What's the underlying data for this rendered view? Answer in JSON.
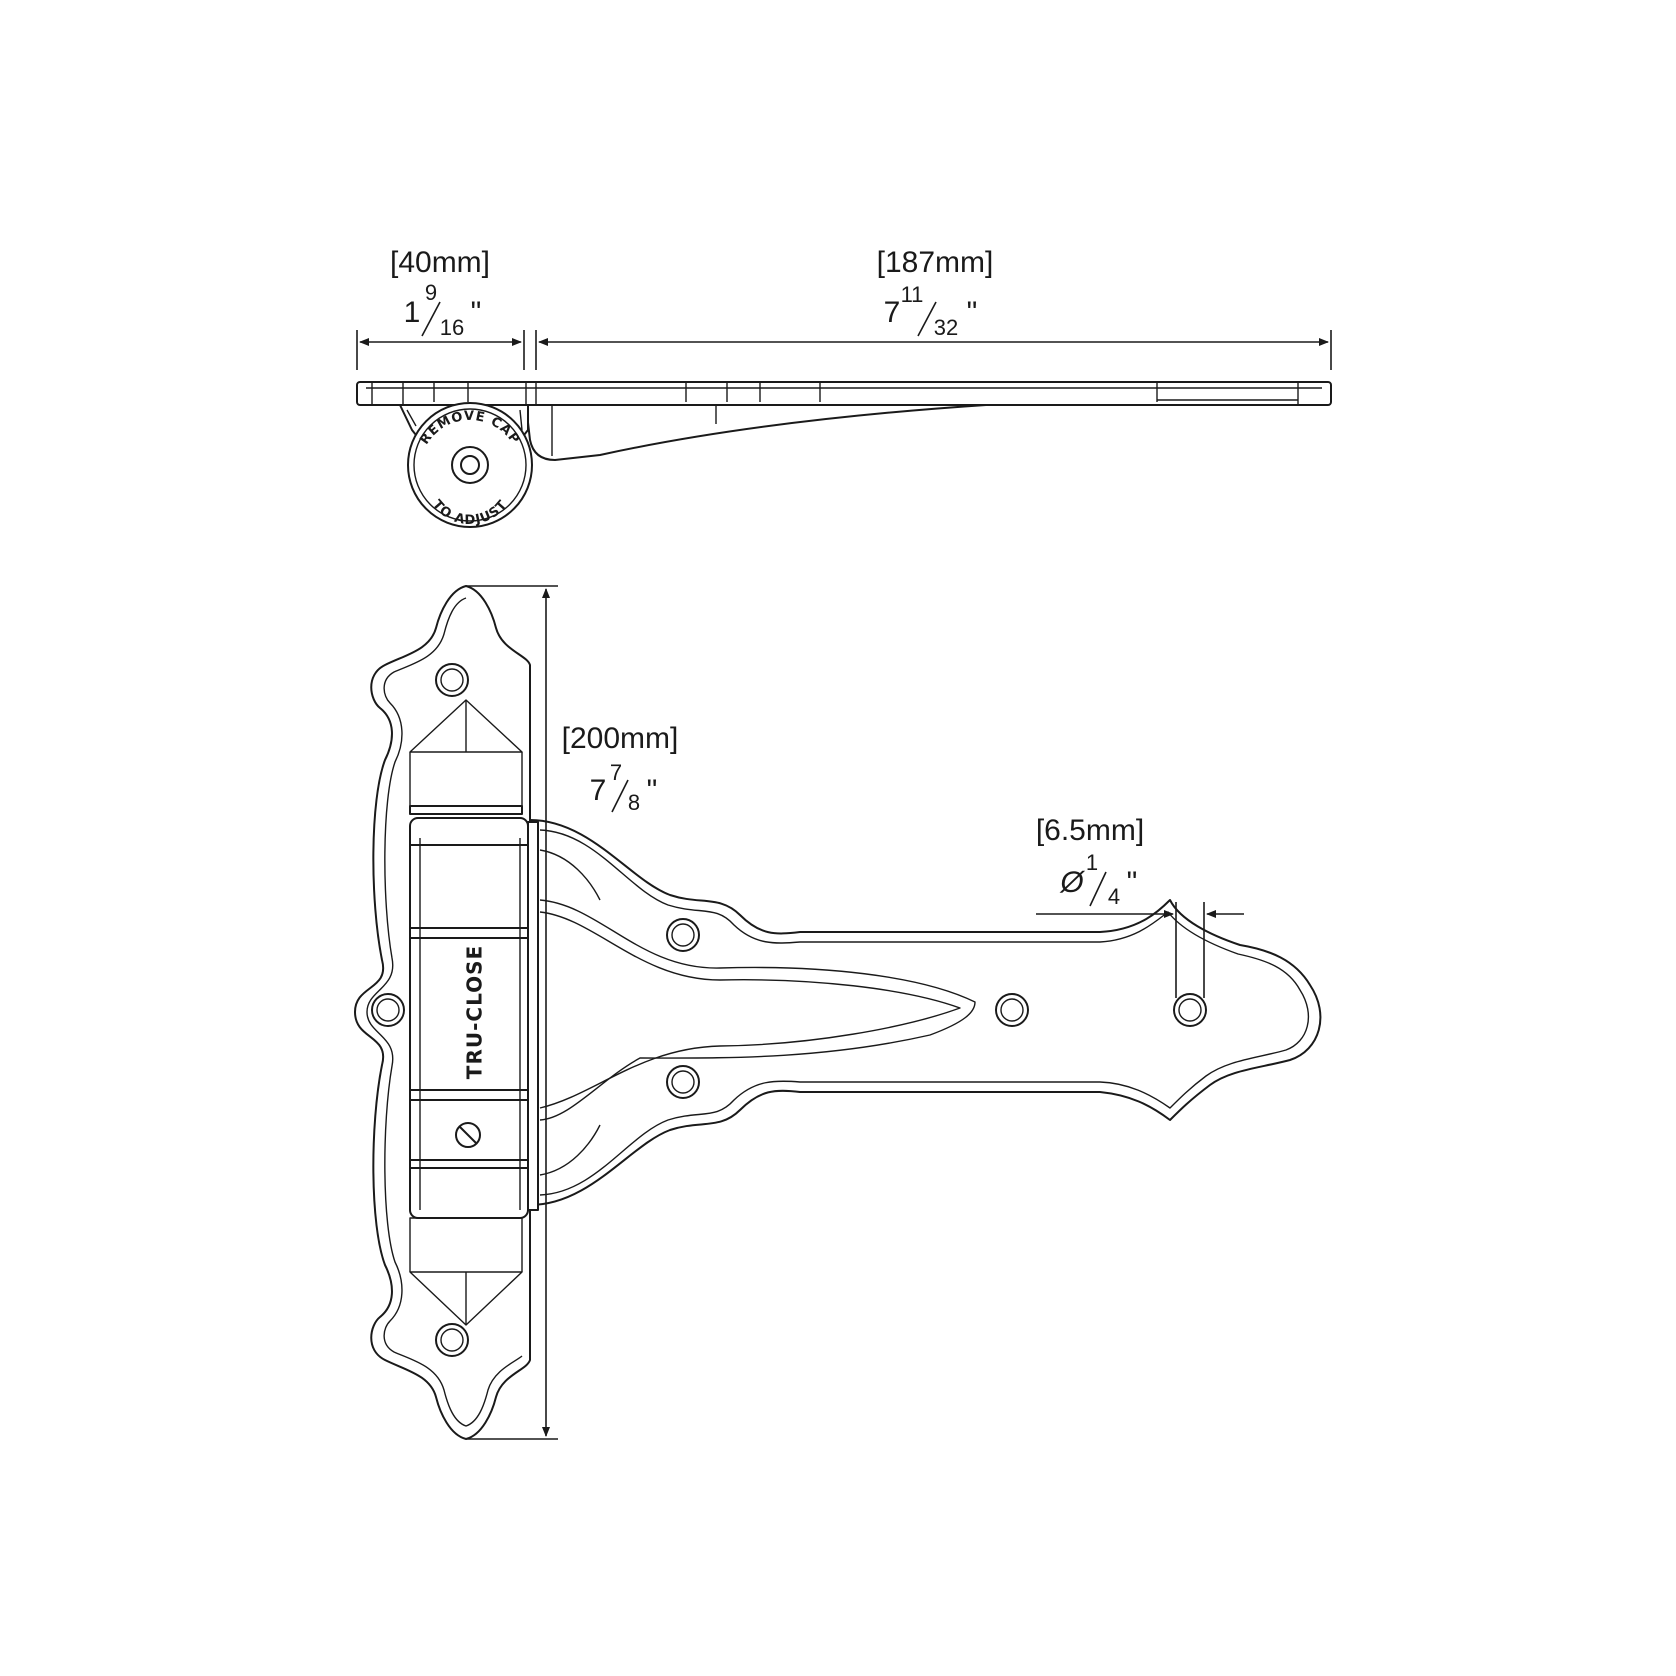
{
  "dimensions": {
    "leaf_width": {
      "metric": "[40mm]",
      "whole": "1",
      "num": "9",
      "den": "16",
      "unit": "\""
    },
    "strap_length": {
      "metric": "[187mm]",
      "whole": "7",
      "num": "11",
      "den": "32",
      "unit": "\""
    },
    "height": {
      "metric": "[200mm]",
      "whole": "7",
      "num": "7",
      "den": "8",
      "unit": "\""
    },
    "hole_diameter": {
      "metric": "[6.5mm]",
      "symbol": "Ø",
      "num": "1",
      "den": "4",
      "unit": "\""
    }
  },
  "labels": {
    "cap_upper": "REMOVE CAP",
    "cap_lower": "TO ADJUST",
    "brand": "TRU-CLOSE"
  },
  "colors": {
    "ink": "#1a1a1a",
    "paper": "#ffffff"
  }
}
